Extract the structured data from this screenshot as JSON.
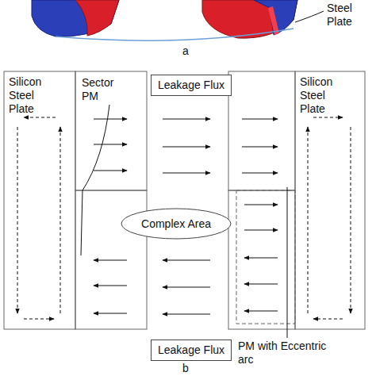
{
  "diagram": {
    "nodes": [
      {
        "text": [
          "Silicon Steel Plate"
        ]
      },
      {
        "text": [
          "Leakage Flux"
        ]
      },
      {
        "text": [
          "Complex Area"
        ]
      },
      {
        "text": [
          "Silicon Steel Plate"
        ]
      },
      {
        "text": [
          "Leakage Flux"
        ]
      }
    ],
    "labels": [
      "Steel Plate",
      "a",
      "Sector PM",
      "PM with Eccentric arc",
      "b"
    ]
  }
}
